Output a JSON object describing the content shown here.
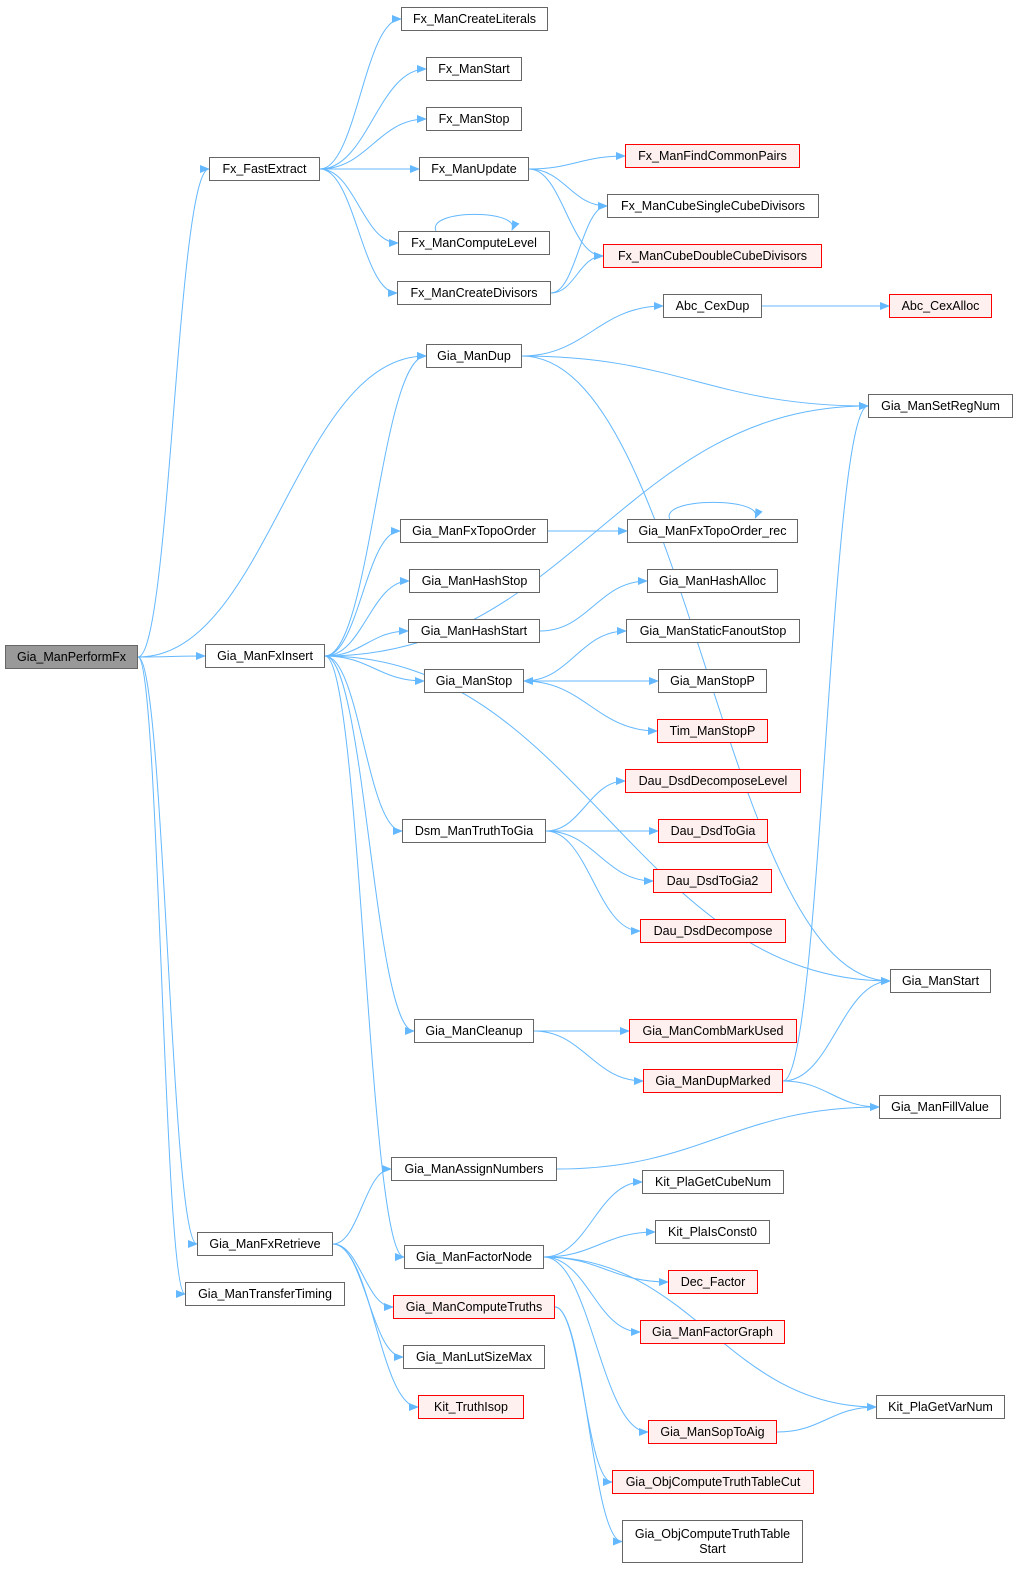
{
  "graph": {
    "edge_color": "#63b8ff",
    "nodes": {
      "perform": {
        "label": "Gia_ManPerformFx",
        "style": "root"
      },
      "fastextract": {
        "label": "Fx_FastExtract",
        "style": "normal"
      },
      "createliterals": {
        "label": "Fx_ManCreateLiterals",
        "style": "normal"
      },
      "fxstart": {
        "label": "Fx_ManStart",
        "style": "normal"
      },
      "fxstop": {
        "label": "Fx_ManStop",
        "style": "normal"
      },
      "update": {
        "label": "Fx_ManUpdate",
        "style": "normal"
      },
      "computelevel": {
        "label": "Fx_ManComputeLevel",
        "style": "normal"
      },
      "createdivisors": {
        "label": "Fx_ManCreateDivisors",
        "style": "normal"
      },
      "findcommonpairs": {
        "label": "Fx_ManFindCommonPairs",
        "style": "red"
      },
      "singlecube": {
        "label": "Fx_ManCubeSingleCubeDivisors",
        "style": "normal"
      },
      "doublecube": {
        "label": "Fx_ManCubeDoubleCubeDivisors",
        "style": "red"
      },
      "cexdup": {
        "label": "Abc_CexDup",
        "style": "normal"
      },
      "cexalloc": {
        "label": "Abc_CexAlloc",
        "style": "red"
      },
      "mandup": {
        "label": "Gia_ManDup",
        "style": "normal"
      },
      "setregnum": {
        "label": "Gia_ManSetRegNum",
        "style": "normal"
      },
      "topoorder": {
        "label": "Gia_ManFxTopoOrder",
        "style": "normal"
      },
      "topoorderrec": {
        "label": "Gia_ManFxTopoOrder_rec",
        "style": "normal"
      },
      "hashstop": {
        "label": "Gia_ManHashStop",
        "style": "normal"
      },
      "hashalloc": {
        "label": "Gia_ManHashAlloc",
        "style": "normal"
      },
      "fxinsert": {
        "label": "Gia_ManFxInsert",
        "style": "normal"
      },
      "hashstart": {
        "label": "Gia_ManHashStart",
        "style": "normal"
      },
      "staticfanoutstop": {
        "label": "Gia_ManStaticFanoutStop",
        "style": "normal"
      },
      "giastop": {
        "label": "Gia_ManStop",
        "style": "normal"
      },
      "giastopp": {
        "label": "Gia_ManStopP",
        "style": "normal"
      },
      "timstopp": {
        "label": "Tim_ManStopP",
        "style": "red"
      },
      "decomposelevel": {
        "label": "Dau_DsdDecomposeLevel",
        "style": "red"
      },
      "truthtogia": {
        "label": "Dsm_ManTruthToGia",
        "style": "normal"
      },
      "dsdtogia": {
        "label": "Dau_DsdToGia",
        "style": "red"
      },
      "dsdtogia2": {
        "label": "Dau_DsdToGia2",
        "style": "red"
      },
      "dsddecompose": {
        "label": "Dau_DsdDecompose",
        "style": "red"
      },
      "giastart": {
        "label": "Gia_ManStart",
        "style": "normal"
      },
      "cleanup": {
        "label": "Gia_ManCleanup",
        "style": "normal"
      },
      "combmarkused": {
        "label": "Gia_ManCombMarkUsed",
        "style": "red"
      },
      "dupmarked": {
        "label": "Gia_ManDupMarked",
        "style": "red"
      },
      "fillvalue": {
        "label": "Gia_ManFillValue",
        "style": "normal"
      },
      "assignnumbers": {
        "label": "Gia_ManAssignNumbers",
        "style": "normal"
      },
      "getcubenum": {
        "label": "Kit_PlaGetCubeNum",
        "style": "normal"
      },
      "fxretrieve": {
        "label": "Gia_ManFxRetrieve",
        "style": "normal"
      },
      "factornode": {
        "label": "Gia_ManFactorNode",
        "style": "normal"
      },
      "isconst0": {
        "label": "Kit_PlaIsConst0",
        "style": "normal"
      },
      "transfertiming": {
        "label": "Gia_ManTransferTiming",
        "style": "normal"
      },
      "decfactor": {
        "label": "Dec_Factor",
        "style": "red"
      },
      "computetruths": {
        "label": "Gia_ManComputeTruths",
        "style": "red"
      },
      "factorgraph": {
        "label": "Gia_ManFactorGraph",
        "style": "red"
      },
      "lutsizemax": {
        "label": "Gia_ManLutSizeMax",
        "style": "normal"
      },
      "getvarnum": {
        "label": "Kit_PlaGetVarNum",
        "style": "normal"
      },
      "truthisop": {
        "label": "Kit_TruthIsop",
        "style": "red"
      },
      "soptoaig": {
        "label": "Gia_ManSopToAig",
        "style": "red"
      },
      "truthtablecut": {
        "label": "Gia_ObjComputeTruthTableCut",
        "style": "red"
      },
      "truthtablestart": {
        "label": "Gia_ObjComputeTruthTable\nStart",
        "style": "normal"
      }
    },
    "edges": [
      [
        "perform",
        "fastextract"
      ],
      [
        "perform",
        "mandup"
      ],
      [
        "perform",
        "fxinsert"
      ],
      [
        "perform",
        "fxretrieve"
      ],
      [
        "perform",
        "transfertiming"
      ],
      [
        "fastextract",
        "createliterals"
      ],
      [
        "fastextract",
        "fxstart"
      ],
      [
        "fastextract",
        "fxstop"
      ],
      [
        "fastextract",
        "update"
      ],
      [
        "fastextract",
        "computelevel"
      ],
      [
        "fastextract",
        "createdivisors"
      ],
      [
        "update",
        "findcommonpairs"
      ],
      [
        "update",
        "singlecube"
      ],
      [
        "update",
        "doublecube"
      ],
      [
        "computelevel",
        "computelevel"
      ],
      [
        "createdivisors",
        "singlecube"
      ],
      [
        "createdivisors",
        "doublecube"
      ],
      [
        "mandup",
        "cexdup"
      ],
      [
        "mandup",
        "setregnum"
      ],
      [
        "mandup",
        "giastart"
      ],
      [
        "cexdup",
        "cexalloc"
      ],
      [
        "fxinsert",
        "mandup"
      ],
      [
        "fxinsert",
        "setregnum"
      ],
      [
        "fxinsert",
        "topoorder"
      ],
      [
        "fxinsert",
        "hashstop"
      ],
      [
        "fxinsert",
        "hashstart"
      ],
      [
        "fxinsert",
        "giastop"
      ],
      [
        "fxinsert",
        "truthtogia"
      ],
      [
        "fxinsert",
        "giastart"
      ],
      [
        "fxinsert",
        "cleanup"
      ],
      [
        "fxinsert",
        "factornode"
      ],
      [
        "topoorder",
        "topoorderrec"
      ],
      [
        "topoorderrec",
        "topoorderrec"
      ],
      [
        "hashstart",
        "hashalloc"
      ],
      [
        "giastop",
        "staticfanoutstop"
      ],
      [
        "giastop",
        "giastopp"
      ],
      [
        "giastop",
        "timstopp"
      ],
      [
        "giastopp",
        "giastop"
      ],
      [
        "truthtogia",
        "decomposelevel"
      ],
      [
        "truthtogia",
        "dsdtogia"
      ],
      [
        "truthtogia",
        "dsdtogia2"
      ],
      [
        "truthtogia",
        "dsddecompose"
      ],
      [
        "cleanup",
        "combmarkused"
      ],
      [
        "cleanup",
        "dupmarked"
      ],
      [
        "dupmarked",
        "setregnum"
      ],
      [
        "dupmarked",
        "giastart"
      ],
      [
        "dupmarked",
        "fillvalue"
      ],
      [
        "assignnumbers",
        "fillvalue"
      ],
      [
        "fxretrieve",
        "assignnumbers"
      ],
      [
        "fxretrieve",
        "computetruths"
      ],
      [
        "fxretrieve",
        "lutsizemax"
      ],
      [
        "fxretrieve",
        "truthisop"
      ],
      [
        "factornode",
        "getcubenum"
      ],
      [
        "factornode",
        "isconst0"
      ],
      [
        "factornode",
        "decfactor"
      ],
      [
        "factornode",
        "factorgraph"
      ],
      [
        "factornode",
        "getvarnum"
      ],
      [
        "factornode",
        "soptoaig"
      ],
      [
        "soptoaig",
        "getvarnum"
      ],
      [
        "computetruths",
        "truthtablecut"
      ],
      [
        "computetruths",
        "truthtablestart"
      ]
    ]
  }
}
